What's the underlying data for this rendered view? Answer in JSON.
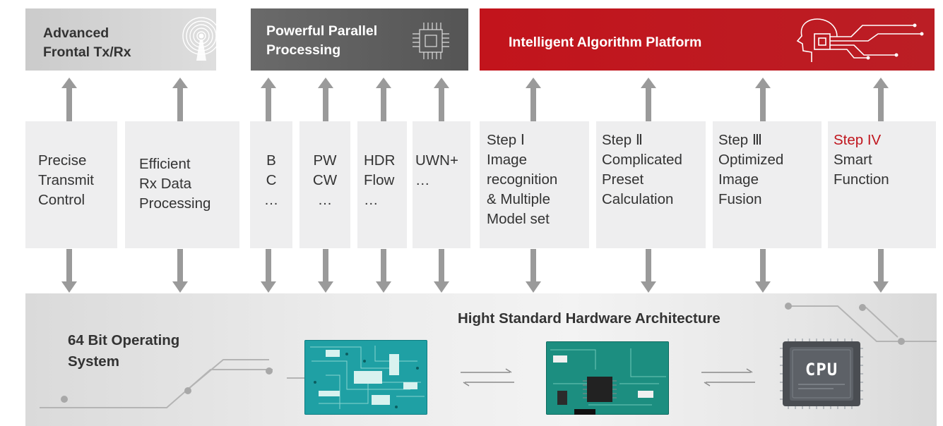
{
  "headers": {
    "frontal": {
      "line1": "Advanced",
      "line2": "Frontal Tx/Rx",
      "icon": "antenna-signal-icon"
    },
    "parallel": {
      "line1": "Powerful Parallel",
      "line2": "Processing",
      "icon": "processor-chip-icon"
    },
    "algorithm": {
      "title": "Intelligent Algorithm Platform",
      "icon": "ai-head-circuit-icon"
    }
  },
  "columns": [
    {
      "lines": [
        "Precise",
        "Transmit",
        "Control"
      ]
    },
    {
      "lines": [
        "Efficient",
        "Rx Data",
        "Processing"
      ]
    },
    {
      "lines": [
        "B",
        "C",
        "…"
      ]
    },
    {
      "lines": [
        "PW",
        "CW",
        "…"
      ]
    },
    {
      "lines": [
        "HDR",
        "Flow",
        "…"
      ]
    },
    {
      "lines": [
        "UWN+",
        "…"
      ]
    },
    {
      "step": "Step Ⅰ",
      "lines": [
        "Image",
        "recognition",
        "& Multiple",
        "Model set"
      ]
    },
    {
      "step": "Step Ⅱ",
      "lines": [
        "Complicated",
        "Preset",
        "Calculation"
      ]
    },
    {
      "step": "Step Ⅲ",
      "lines": [
        "Optimized",
        "Image",
        "Fusion"
      ]
    },
    {
      "step": "Step IV",
      "lines": [
        "Smart",
        "Function"
      ]
    }
  ],
  "bottom": {
    "os_line1": "64 Bit Operating",
    "os_line2": "System",
    "architecture_title": "Hight Standard Hardware Architecture",
    "cpu_label": "CPU"
  },
  "colors": {
    "frontal_bg": "#cfcfcf",
    "parallel_bg": "#5f5f5f",
    "algorithm_bg": "#c0161e",
    "column_bg": "#eeeeef",
    "arrow": "#9a9a9a",
    "step_iv_accent": "#c0161e"
  }
}
